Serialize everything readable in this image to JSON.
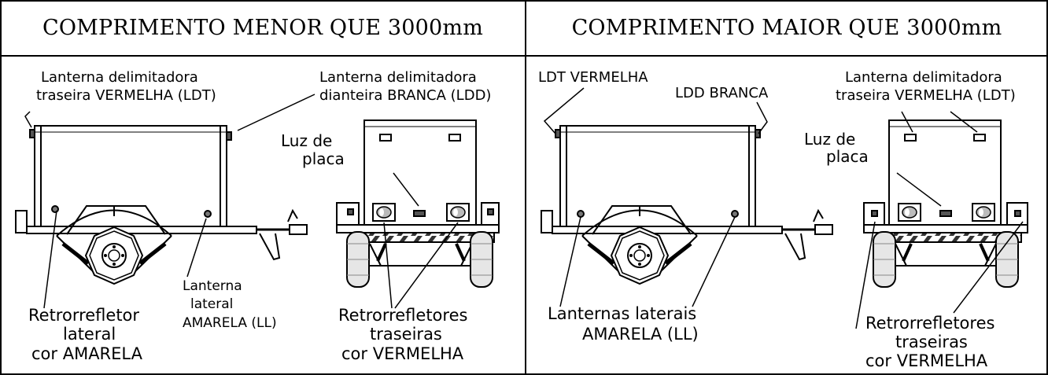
{
  "panels": [
    {
      "title": "COMPRIMENTO MENOR QUE 3000mm",
      "labels": {
        "ldt_line1": "Lanterna delimitadora",
        "ldt_line2": "traseira VERMELHA (LDT)",
        "ldd_line1": "Lanterna delimitadora",
        "ldd_line2": "dianteira BRANCA (LDD)",
        "plate_line1": "Luz de",
        "plate_line2": "placa",
        "ll_line1": "Lanterna",
        "ll_line2": "lateral",
        "ll_line3": "AMARELA (LL)",
        "side_ref_line1": "Retrorrefletor",
        "side_ref_line2": "lateral",
        "side_ref_line3": "cor AMARELA",
        "rear_ref_line1": "Retrorrefletores",
        "rear_ref_line2": "traseiras",
        "rear_ref_line3": "cor VERMELHA"
      }
    },
    {
      "title": "COMPRIMENTO MAIOR QUE 3000mm",
      "labels": {
        "ldt_short": "LDT VERMELHA",
        "ldd_short": "LDD BRANCA",
        "ldt_line1": "Lanterna delimitadora",
        "ldt_line2": "traseira VERMELHA (LDT)",
        "plate_line1": "Luz de",
        "plate_line2": "placa",
        "ll_line1": "Lanternas laterais",
        "ll_line2": "AMARELA (LL)",
        "rear_ref_line1": "Retrorrefletores",
        "rear_ref_line2": "traseiras",
        "rear_ref_line3": "cor VERMELHA"
      }
    }
  ]
}
